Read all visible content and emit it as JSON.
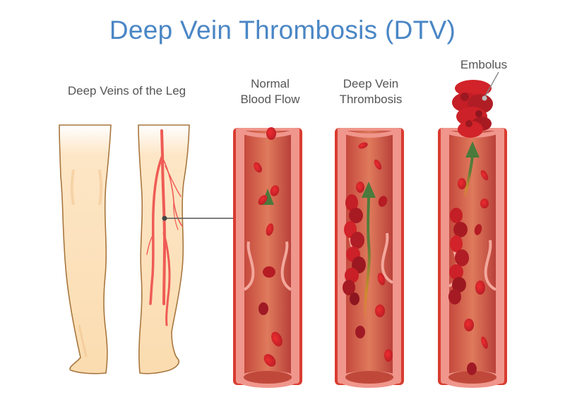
{
  "title": "Deep Vein Thrombosis (DTV)",
  "labels": {
    "legs": "Deep Veins of the Leg",
    "normal_line1": "Normal",
    "normal_line2": "Blood Flow",
    "dvt_line1": "Deep Vein",
    "dvt_line2": "Thrombosis",
    "embolus": "Embolus"
  },
  "colors": {
    "title": "#4a86c5",
    "label_text": "#555555",
    "skin": "#fbdcb0",
    "skin_outline": "#a8773f",
    "vein": "#ef5b55",
    "vessel_wall": "#f0968c",
    "vessel_lumen": "#d9694f",
    "vessel_edge": "#d93b30",
    "blood_cell": "#d42027",
    "blood_cell_dark": "#a01a25",
    "flow_arrow": "#4f7a3a",
    "pointer_line": "#555555"
  },
  "panels": [
    {
      "id": "legs",
      "caption": "Deep Veins of the Leg"
    },
    {
      "id": "normal",
      "caption": "Normal Blood Flow"
    },
    {
      "id": "dvt",
      "caption": "Deep Vein Thrombosis"
    },
    {
      "id": "embolus",
      "caption": "Embolus"
    }
  ]
}
